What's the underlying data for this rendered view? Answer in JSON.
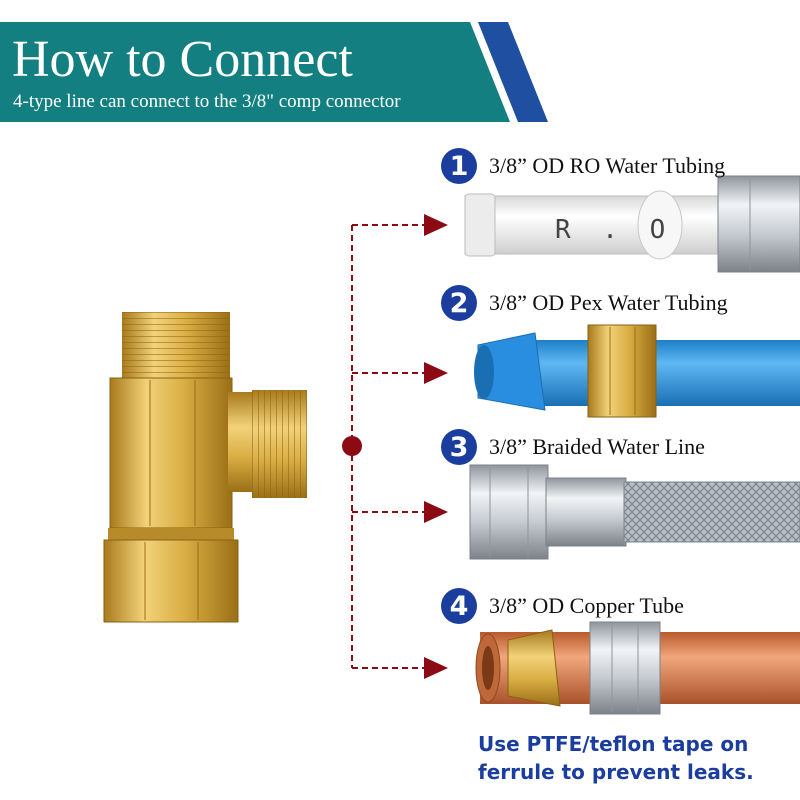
{
  "header": {
    "title": "How to Connect",
    "subtitle": "4-type line can connect to the 3/8\" comp connector",
    "banner_color": "#137f80",
    "accent_color": "#1e4fa0"
  },
  "connections": [
    {
      "number": "1",
      "label": "3/8” OD RO Water Tubing",
      "tube_color": "#f4f4f4",
      "tube_print": "R . O   T"
    },
    {
      "number": "2",
      "label": "3/8” OD Pex Water Tubing",
      "tube_color": "#2f9be3"
    },
    {
      "number": "3",
      "label": "3/8” Braided Water Line",
      "tube_color": "#c9ced4"
    },
    {
      "number": "4",
      "label": "3/8” OD Copper Tube",
      "tube_color": "#d9794a"
    }
  ],
  "note": {
    "line1": "Use PTFE/teflon tape on",
    "line2": "ferrule to prevent leaks."
  },
  "colors": {
    "number_badge": "#1a3d9e",
    "connector_line": "#8b0a14",
    "brass": "#d4a93a"
  }
}
